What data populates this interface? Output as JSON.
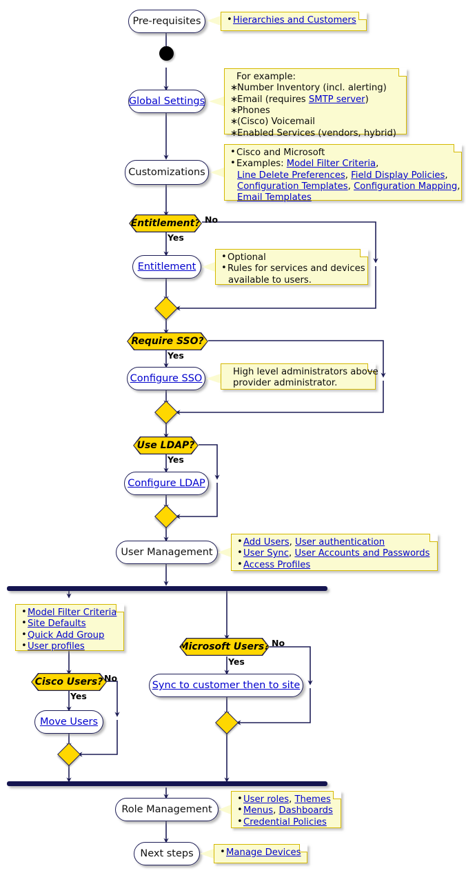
{
  "diagram": {
    "title": "Provider / Customer onboarding activity diagram",
    "colors": {
      "decision_fill": "#ffd700",
      "note_fill": "#fbfbd0",
      "note_border": "#d4b800",
      "line": "#1d1d56",
      "link": "#0000cd",
      "bar": "#151550"
    }
  },
  "nodes": {
    "prerequisites": "Pre-requisites",
    "global_settings": "Global Settings",
    "customizations": "Customizations",
    "entitlement_q": "Entitlement?",
    "entitlement": "Entitlement",
    "require_sso_q": "Require SSO?",
    "configure_sso": "Configure SSO",
    "use_ldap_q": "Use LDAP?",
    "configure_ldap": "Configure LDAP",
    "user_management": "User Management",
    "cisco_users_q": "Cisco Users?",
    "move_users": "Move Users",
    "microsoft_users_q": "Microsoft Users?",
    "sync_to_customer": "Sync to customer then to site",
    "role_management": "Role Management",
    "next_steps": "Next steps"
  },
  "edge_labels": {
    "entitlement_no": "No",
    "entitlement_yes": "Yes",
    "sso_yes": "Yes",
    "ldap_yes": "Yes",
    "cisco_no": "No",
    "cisco_yes": "Yes",
    "microsoft_no": "No",
    "microsoft_yes": "Yes"
  },
  "notes": {
    "prerequisites": {
      "lines": [
        {
          "bullet": true,
          "parts": [
            {
              "text": "Hierarchies and Customers",
              "link": true
            }
          ]
        }
      ]
    },
    "global_settings": {
      "lines": [
        {
          "bullet": false,
          "parts": [
            {
              "text": "For example:",
              "link": false
            }
          ]
        },
        {
          "star": true,
          "parts": [
            {
              "text": "Number Inventory (incl. alerting)",
              "link": false
            }
          ]
        },
        {
          "star": true,
          "parts": [
            {
              "text": "Email (requires ",
              "link": false
            },
            {
              "text": "SMTP server",
              "link": true
            },
            {
              "text": ")",
              "link": false
            }
          ]
        },
        {
          "star": true,
          "parts": [
            {
              "text": "Phones",
              "link": false
            }
          ]
        },
        {
          "star": true,
          "parts": [
            {
              "text": "(Cisco) Voicemail",
              "link": false
            }
          ]
        },
        {
          "star": true,
          "parts": [
            {
              "text": "Enabled Services (vendors, hybrid)",
              "link": false
            }
          ]
        }
      ]
    },
    "customizations": {
      "lines": [
        {
          "bullet": true,
          "parts": [
            {
              "text": "Cisco and Microsoft",
              "link": false
            }
          ]
        },
        {
          "bullet": true,
          "parts": [
            {
              "text": "Examples: ",
              "link": false
            },
            {
              "text": "Model Filter Criteria",
              "link": true
            },
            {
              "text": ",",
              "link": false
            }
          ]
        },
        {
          "cont": true,
          "parts": [
            {
              "text": "Line Delete Preferences",
              "link": true
            },
            {
              "text": ", ",
              "link": false
            },
            {
              "text": "Field Display Policies",
              "link": true
            },
            {
              "text": ",",
              "link": false
            }
          ]
        },
        {
          "cont": true,
          "parts": [
            {
              "text": "Configuration Templates",
              "link": true
            },
            {
              "text": ", ",
              "link": false
            },
            {
              "text": "Configuration Mapping",
              "link": true
            },
            {
              "text": ",",
              "link": false
            }
          ]
        },
        {
          "cont": true,
          "parts": [
            {
              "text": "Email Templates",
              "link": true
            }
          ]
        }
      ]
    },
    "entitlement": {
      "lines": [
        {
          "bullet": true,
          "parts": [
            {
              "text": "Optional",
              "link": false
            }
          ]
        },
        {
          "bullet": true,
          "parts": [
            {
              "text": "Rules for services and devices",
              "link": false
            }
          ]
        },
        {
          "cont": true,
          "parts": [
            {
              "text": "available to users.",
              "link": false
            }
          ]
        }
      ]
    },
    "configure_sso": {
      "lines": [
        {
          "bullet": false,
          "parts": [
            {
              "text": "High level administrators above",
              "link": false
            }
          ]
        },
        {
          "bullet": false,
          "parts": [
            {
              "text": "provider administrator.",
              "link": false
            }
          ]
        }
      ]
    },
    "user_management": {
      "lines": [
        {
          "bullet": true,
          "parts": [
            {
              "text": "Add Users",
              "link": true
            },
            {
              "text": ", ",
              "link": false
            },
            {
              "text": "User authentication",
              "link": true
            }
          ]
        },
        {
          "bullet": true,
          "parts": [
            {
              "text": "User Sync",
              "link": true
            },
            {
              "text": ", ",
              "link": false
            },
            {
              "text": "User Accounts and Passwords",
              "link": true
            }
          ]
        },
        {
          "bullet": true,
          "parts": [
            {
              "text": "Access Profiles",
              "link": true
            }
          ]
        }
      ]
    },
    "branch_left": {
      "lines": [
        {
          "bullet": true,
          "parts": [
            {
              "text": "Model Filter Criteria",
              "link": true
            }
          ]
        },
        {
          "bullet": true,
          "parts": [
            {
              "text": "Site Defaults",
              "link": true
            }
          ]
        },
        {
          "bullet": true,
          "parts": [
            {
              "text": "Quick Add Group",
              "link": true
            }
          ]
        },
        {
          "bullet": true,
          "parts": [
            {
              "text": "User profiles",
              "link": true
            }
          ]
        }
      ]
    },
    "role_management": {
      "lines": [
        {
          "bullet": true,
          "parts": [
            {
              "text": "User roles",
              "link": true
            },
            {
              "text": ", ",
              "link": false
            },
            {
              "text": "Themes",
              "link": true
            }
          ]
        },
        {
          "bullet": true,
          "parts": [
            {
              "text": "Menus",
              "link": true
            },
            {
              "text": ", ",
              "link": false
            },
            {
              "text": "Dashboards",
              "link": true
            }
          ]
        },
        {
          "bullet": true,
          "parts": [
            {
              "text": "Credential Policies",
              "link": true
            }
          ]
        }
      ]
    },
    "next_steps": {
      "lines": [
        {
          "bullet": true,
          "parts": [
            {
              "text": "Manage Devices",
              "link": true
            }
          ]
        }
      ]
    }
  }
}
